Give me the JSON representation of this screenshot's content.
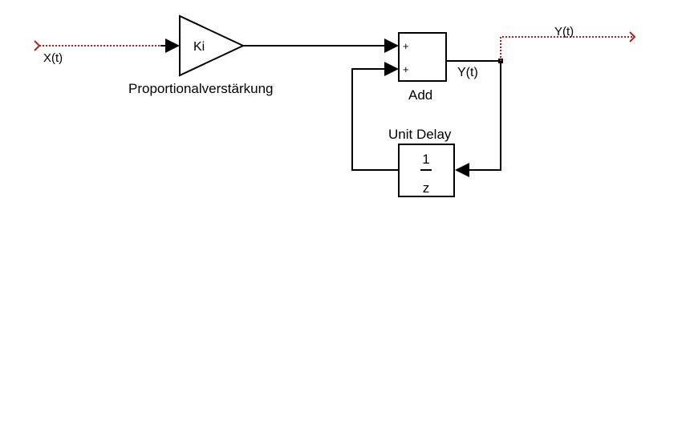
{
  "diagram": {
    "input_signal": {
      "label": "X(t)"
    },
    "gain_block": {
      "value": "Ki",
      "name": "Proportionalverstärkung"
    },
    "add_block": {
      "name": "Add",
      "port_signs": [
        "+",
        "+"
      ],
      "output_label": "Y(t)"
    },
    "delay_block": {
      "name": "Unit Delay",
      "numerator": "1",
      "denominator": "z"
    },
    "output_signal": {
      "label": "Y(t)"
    },
    "colors": {
      "line": "#000000",
      "signal_dotted": "#b22222"
    }
  }
}
